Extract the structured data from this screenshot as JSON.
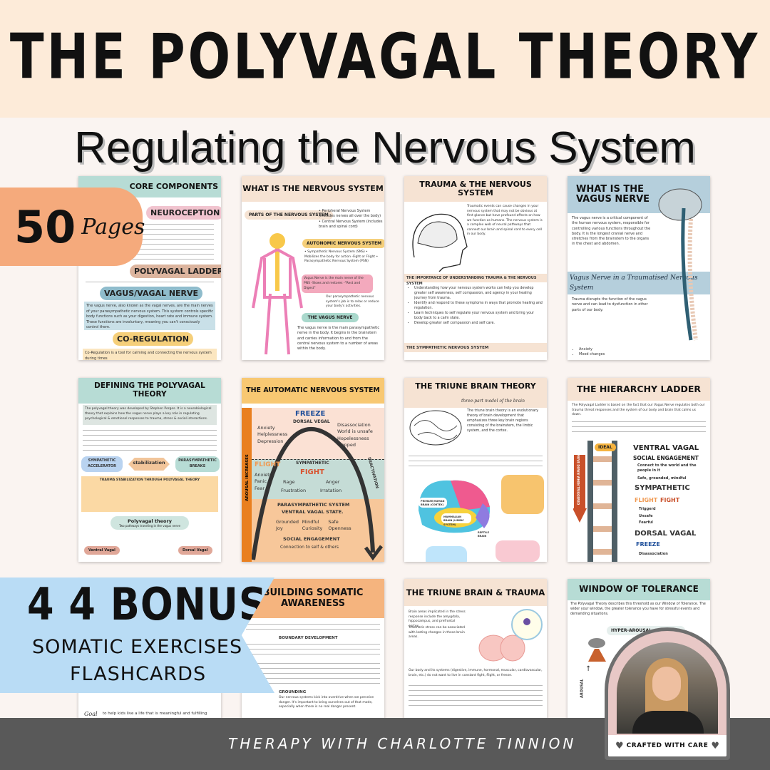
{
  "header": {
    "title": "THE POLYVAGAL THEORY",
    "subtitle": "Regulating the Nervous System"
  },
  "badges": {
    "pages_count": "50",
    "pages_label": "Pages",
    "bonus_count": "4 4 BONUS",
    "bonus_line1": "SOMATIC EXERCISES",
    "bonus_line2": "FLASHCARDS"
  },
  "cards": [
    {
      "title": "CORE COMPONENTS",
      "sections": [
        "NEUROCEPTION",
        "POLYVAGAL LADDER",
        "VAGUS/VAGAL NERVE",
        "CO-REGULATION"
      ],
      "vagus_text": "The vagus nerve, also known as the vagal nerves, are the main nerves of your parasympathetic nervous system. This system controls specific body functions such as your digestion, heart rate and immune system. These functions are involuntary, meaning you can't consciously control them.",
      "coreg_text": "Co-Regulation is a tool for calming and connecting the nervous system during times"
    },
    {
      "title": "WHAT IS THE NERVOUS SYSTEM",
      "parts_label": "PARTS OF THE NERVOUS SYSTEM",
      "parts_text": "• Peripheral Nervous System (includes nerves all over the body) • Central Nervous System (includes brain and spinal cord)",
      "ans_label": "AUTONOMIC NERVOUS SYSTEM",
      "ans_text": "• Sympathetic Nervous System (SNS) • Mobilizes the body for action -Fight or Flight • Parasympathetic Nervous System (PSN)",
      "pns_box": "Vagus Nerve is the main nerve of the PNS -Slows and restores -\"Rest and Digest\"",
      "pns_note": "Our parasympathetic nervous system's job is to relax or reduce your body's activities.",
      "vagus_label": "THE VAGUS NERVE",
      "vagus_text": "The vagus nerve is the main parasympathetic nerve in the body. It begins in the brainstem and carries information to and from the central nervous system to a number of areas within the body."
    },
    {
      "title": "TRAUMA & THE NERVOUS SYSTEM",
      "intro": "Traumatic events can cause changes in your nervous system that may not be obvious at first glance but have profound affects on how we function as humans. The nervous system is a complex web of neural pathways that connect our brain and spinal cord to every cell in our body.",
      "sec1": "THE IMPORTANCE OF UNDERSTANDING TRAUMA & THE NERVOUS SYSTEM",
      "bullets": [
        "Understanding how your nervous system works can help you develop greater self awareness, self compassion, and agency in your healing journey from trauma.",
        "Identify and respond to these symptoms in ways that promote healing and regulation.",
        "Learn techniques to self regulate your nervous system and bring your body back to a calm state.",
        "Develop greater self compassion and self care."
      ],
      "sec2": "THE SYMPATHETIC NERVOUS SYSTEM"
    },
    {
      "title": "WHAT IS THE VAGUS NERVE",
      "intro": "The vagus nerve is a critical component of the human nervous system, responsible for controlling various functions throughout the body. It is the longest cranial nerve and stretches from the brainstem to the organs in the chest and abdomen.",
      "script": "Vagus Nerve in a Traumatised Nervous System",
      "trauma_text": "Trauma disrupts the function of the vagus nerve and can lead to dysfunction in other parts of our body.",
      "list": [
        "Anxiety",
        "Mood changes"
      ]
    },
    {
      "title": "DEFINING THE POLYVAGAL THEORY",
      "intro": "The polyvagal theory was developed by Stephen Porges. It is a neurobiological theory that explains how the vagus nerve plays a key role in regulating psychological & emotional responses to trauma, stress & social interactions.",
      "sympathetic": "SYMPATHETIC ACCELERATOR",
      "stabilization": "stabilization",
      "parasympathetic": "PARASYMPATHETIC BREAKS",
      "stab_title": "TRAUMA STABILIZATION THROUGH POLYVAGAL THEORY",
      "pv_label": "Polyvagal theory",
      "pv_sub": "Two pathways traveling in the vagus nerve",
      "ventral": "Ventral Vagal",
      "dorsal": "Dorsal Vagal"
    },
    {
      "title": "THE AUTOMATIC NERVOUS SYSTEM",
      "axis": "AROUSAL INCREASES",
      "deactivation": "DEACTIVATION",
      "freeze": "FREEZE",
      "dorsal": "DORSAL VEGAL",
      "freeze_left": [
        "Anxiety",
        "Helplessness",
        "Depression"
      ],
      "freeze_right": [
        "Disassociation",
        "World is unsafe",
        "Hopelessness",
        "Trapped"
      ],
      "flight": "FLIGHT",
      "sympathetic": "SYMPATHETIC",
      "fight": "FIGHT",
      "flight_words": [
        "Anxiety",
        "Panic",
        "Fear"
      ],
      "fight_words": [
        "Rage",
        "Anger",
        "Frustration",
        "Irratation"
      ],
      "para": "PARASYMPATHETIC SYSTEM",
      "ventral": "VENTRAL VAGAL STATE.",
      "calm_words": [
        "Grounded",
        "Mindful",
        "Safe",
        "Joy",
        "Curiosity",
        "Openness"
      ],
      "social": "SOCIAL ENGAGEMENT",
      "connection": "Connection to self & others"
    },
    {
      "title": "THE TRIUNE BRAIN THEORY",
      "script": "three-part model of the brain",
      "intro": "The triune brain theory is an evolutionary theory of brain development that emphasizes three key brain regions consisting of the brainstem, the limbic system, and the cortex.",
      "labels": [
        "PRIMATE/HUMAN BRAIN (CORTEX)",
        "MAMMALIAN BRAIN (LIMBIC SYSTEM)",
        "REPTILE BRAIN"
      ]
    },
    {
      "title": "THE HIERARCHY LADDER",
      "intro": "The Polyvagal Ladder is based on the fact that our Vagus Nerve regulates both our trauma threat responses and the system of our body and brain that calms us down.",
      "ideal": "IDEAL",
      "arrow": "MOVE DOWN WHEN TRIGGERED",
      "ventral": "VENTRAL VAGAL",
      "social": "SOCIAL ENGAGEMENT",
      "connect": "Connect to the world and the people in it",
      "safe": "Safe, grounded, mindful",
      "sympathetic": "SYMPATHETIC",
      "flight": "FLIGHT",
      "fight": "FIGHT",
      "symp_words": [
        "Triggerd",
        "Unsafe",
        "Fearful"
      ],
      "dorsal": "DORSAL VAGAL",
      "freeze": "FREEZE",
      "dis": "Disassociation"
    },
    {
      "goal_label": "Goal",
      "goal_text": "to help kids live a life that is meaningful and fulfilling"
    },
    {
      "title": "BUILDING SOMATIC AWARENESS",
      "sec1": "BOUNDARY DEVELOPMENT",
      "sec2": "GROUNDING",
      "grounding_text": "Our nervous systems kick into overdrive when we perceive danger. It's important to bring ourselves out of that mode, especially when there is no real danger present."
    },
    {
      "title": "THE TRIUNE BRAIN & TRAUMA",
      "intro": "Brain areas implicated in the stress response include the amygdala, hippocampus, and prefrontal cortex.",
      "p2": "Traumatic stress can be associated with lasting changes in these brain areas.",
      "p3": "Our body and its systems (digestive, immune, hormonal, muscular, cardiovascular, brain, etc.) do not want to live in constant fight, flight, or freeze."
    },
    {
      "title": "WINDOW OF TOLERANCE",
      "intro": "The Polyvagal Theory describes this threshold as our Window of Tolerance. The wider your window, the greater tolerance you have for stressful events and demanding situations.",
      "hyper": "HYPER-AROUSAL",
      "axis": "AROUSAL"
    }
  ],
  "footer": {
    "brand": "THERAPY WITH CHARLOTTE TINNION",
    "crafted": "CRAFTED WITH CARE"
  },
  "colors": {
    "banner": "#fdebd9",
    "orange": "#f5aa7c",
    "blue": "#b9dcf5",
    "footer": "#595959",
    "teal": "#b7dcd5"
  }
}
